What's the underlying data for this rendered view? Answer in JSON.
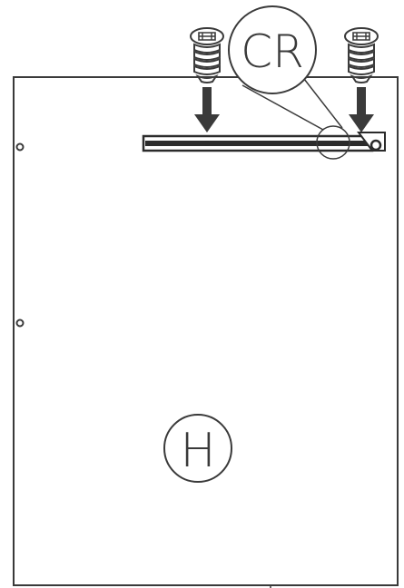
{
  "diagram": {
    "panel_label": "H",
    "callout_label": "CR",
    "colors": {
      "line": "#3a3a3a",
      "fill": "#ffffff",
      "accent": "#2b2b2b"
    },
    "parts": [
      {
        "name": "panel",
        "icon": "panel-outline"
      },
      {
        "name": "rail",
        "icon": "drawer-rail"
      },
      {
        "name": "screw-left",
        "icon": "screw-icon"
      },
      {
        "name": "screw-right",
        "icon": "screw-icon"
      },
      {
        "name": "arrow-left",
        "icon": "down-arrow-icon"
      },
      {
        "name": "arrow-right",
        "icon": "down-arrow-icon"
      }
    ]
  }
}
